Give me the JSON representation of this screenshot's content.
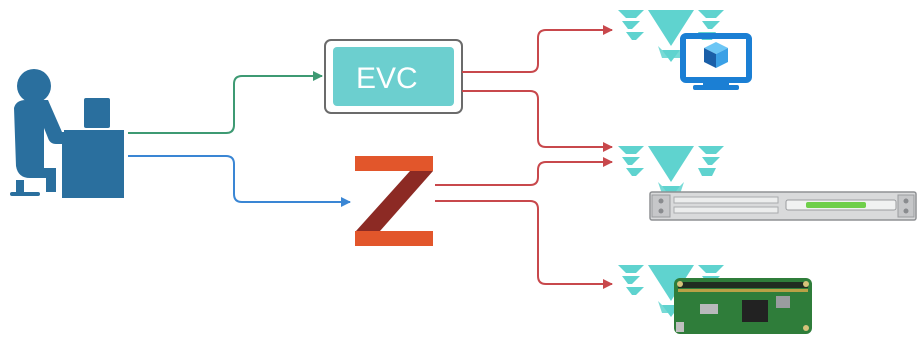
{
  "evc_box": {
    "label": "EVC"
  },
  "colors": {
    "user_blue": "#2a6f9e",
    "green_arrow": "#3e9a73",
    "blue_arrow": "#3a86d4",
    "red_arrow": "#c8484c",
    "evc_fill": "#6ccfcf",
    "z_orange": "#e2562b",
    "z_dark": "#8c2a24",
    "logo_teal": "#5fd3cf",
    "server_green": "#6fcf4a",
    "board_green": "#2f7d3a"
  },
  "icons": {
    "user": "user-at-computer-icon",
    "zerotier": "zerotier-logo",
    "eve_logo": "eve-ng-logo",
    "cloud_vm": "azure-virtual-machine-icon",
    "server": "rack-server",
    "raspberry_pi": "raspberry-pi-zero-board"
  }
}
